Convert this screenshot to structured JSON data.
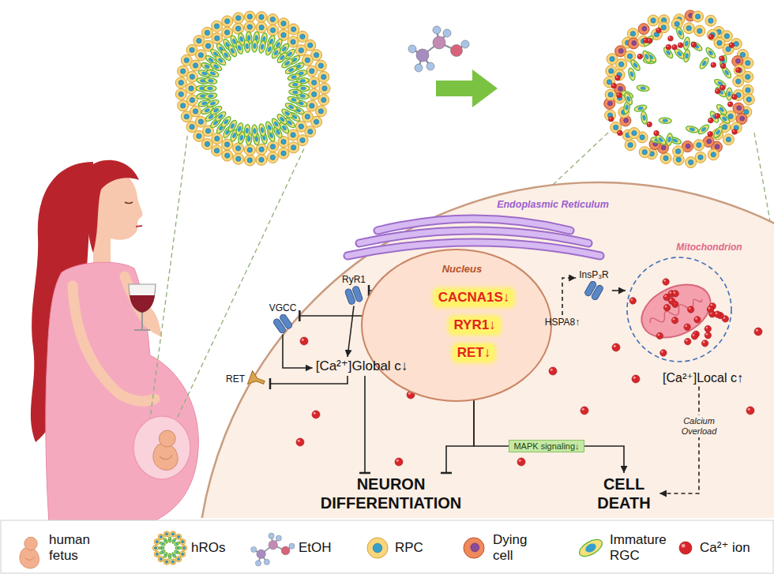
{
  "diagram": {
    "nodes": [
      {
        "text": [
          "Nucleus"
        ]
      },
      {
        "text": [
          "CACNA1S↓"
        ],
        "in": 0
      },
      {
        "text": [
          "RYR1↓"
        ],
        "in": 0
      },
      {
        "text": [
          "RET↓"
        ],
        "in": 0
      },
      {
        "text": [
          "Endoplasmic Reticulum"
        ]
      },
      {
        "text": [
          "Mitochondrion"
        ]
      },
      {
        "text": [
          "VGCC"
        ]
      },
      {
        "text": [
          "RyR1"
        ]
      },
      {
        "text": [
          "InsP₃R"
        ]
      },
      {
        "text": [
          "HSPA8↑"
        ]
      },
      {
        "text": [
          "[Ca²⁺]Global c↓"
        ]
      },
      {
        "text": [
          "[Ca²⁺]Local c↑"
        ]
      },
      {
        "text": [
          "RET"
        ]
      },
      {
        "text": [
          "NEURON DIFFERENTIATION"
        ]
      },
      {
        "text": [
          "CELL DEATH"
        ]
      }
    ],
    "edges": [
      {
        "from": 1,
        "to": 6,
        "arrow": "to"
      },
      {
        "from": 2,
        "to": 7,
        "arrow": "to"
      },
      {
        "from": 6,
        "to": 10,
        "arrow": "to"
      },
      {
        "from": 7,
        "to": 10,
        "arrow": "to"
      },
      {
        "from": 9,
        "to": 8,
        "arrow": "to"
      },
      {
        "from": 8,
        "to": 5,
        "arrow": "to"
      },
      {
        "from": 10,
        "to": 12,
        "arrow": "to"
      },
      {
        "from": 10,
        "to": 13,
        "arrow": "to"
      },
      {
        "from": 3,
        "to": 13,
        "arrow": "to"
      },
      {
        "from": 3,
        "to": 14,
        "label": "MAPK signaling↓",
        "arrow": "to"
      },
      {
        "from": 11,
        "to": 14,
        "label": "Calcium Overload",
        "arrow": "to"
      }
    ],
    "legend": [
      {
        "text": "human fetus"
      },
      {
        "text": "hROs"
      },
      {
        "text": "EtOH"
      },
      {
        "text": "RPC"
      },
      {
        "text": "Dying cell"
      },
      {
        "text": "Immature RGC"
      },
      {
        "text": "Ca²⁺ ion"
      }
    ]
  }
}
